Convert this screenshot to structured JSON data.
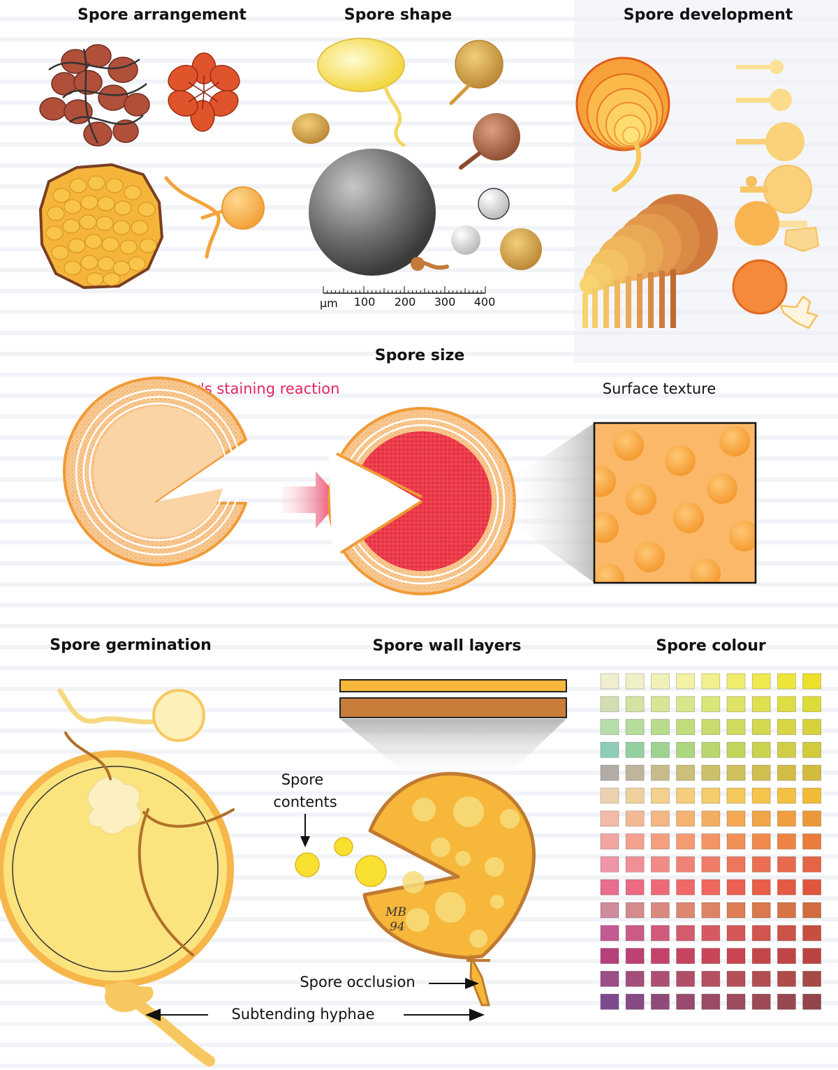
{
  "headings": {
    "spore_arrangement": "Spore arrangement",
    "spore_shape": "Spore shape",
    "spore_development": "Spore development",
    "spore_size": "Spore size",
    "surface_texture": "Surface texture",
    "spore_germination": "Spore germination",
    "spore_wall_layers": "Spore wall layers",
    "spore_colour": "Spore colour"
  },
  "melzer_label": "Melzer's staining reaction",
  "scale_bar": {
    "unit": "µm",
    "ticks": [
      "100",
      "200",
      "300",
      "400"
    ]
  },
  "labels": {
    "spore_contents_line1": "Spore",
    "spore_contents_line2": "contents",
    "spore_occlusion": "Spore occlusion",
    "subtending_hyphae": "Subtending hyphae"
  },
  "signature": {
    "line1": "MB",
    "line2": "94"
  },
  "colour_chart": {
    "columns": 9,
    "rows": [
      [
        "#efeecf",
        "#f0f0c6",
        "#f1f1b7",
        "#f2f1a5",
        "#f1f08c",
        "#f0ec6c",
        "#efe950",
        "#eee53a",
        "#ede02a"
      ],
      [
        "#d3deb0",
        "#d4e2a2",
        "#d6e596",
        "#d9e78a",
        "#dbe679",
        "#dde466",
        "#dee052",
        "#dedd44",
        "#dddb38"
      ],
      [
        "#b6dcaa",
        "#b5dc9c",
        "#b9dc8c",
        "#c0dc7b",
        "#c7dc6c",
        "#cfdb5c",
        "#d3d84e",
        "#d7d543",
        "#d7d13b"
      ],
      [
        "#8ecdb6",
        "#92d0a0",
        "#9ed391",
        "#acd67f",
        "#bad66e",
        "#c4d55d",
        "#cad24f",
        "#cfcf46",
        "#d1cb3d"
      ],
      [
        "#b3aca6",
        "#bfb59b",
        "#c8bb8b",
        "#cbbf7b",
        "#cdc06b",
        "#cfc15c",
        "#d0bf4e",
        "#d1bd45",
        "#d2bb3d"
      ],
      [
        "#edd1b0",
        "#efd19e",
        "#f2d08d",
        "#f4ce7c",
        "#f5cc6a",
        "#f5c859",
        "#f5c44b",
        "#f3c041",
        "#f2bb36"
      ],
      [
        "#f2bba8",
        "#f3b995",
        "#f4b683",
        "#f5b372",
        "#f4ae62",
        "#f3a954",
        "#f2a449",
        "#f09e3f",
        "#ed9838"
      ],
      [
        "#f3a5a0",
        "#f4a28f",
        "#f49f7f",
        "#f49b70",
        "#f39562",
        "#f28f56",
        "#f1894c",
        "#ee8343",
        "#ea7c3c"
      ],
      [
        "#f095a6",
        "#f18f96",
        "#f28a86",
        "#f18376",
        "#f07c68",
        "#ef755d",
        "#ec6f53",
        "#e9694b",
        "#e56444"
      ],
      [
        "#e96d8e",
        "#ec6a82",
        "#ee6976",
        "#ef6969",
        "#ee665c",
        "#ec6252",
        "#e95e49",
        "#e55a42",
        "#e0563c"
      ],
      [
        "#cf8c9d",
        "#d58a8e",
        "#da897f",
        "#dd8770",
        "#de8363",
        "#dd7e57",
        "#da794d",
        "#d67346",
        "#d06d40"
      ],
      [
        "#c45a92",
        "#cb5a86",
        "#d05a7a",
        "#d45a6d",
        "#d65962",
        "#d55757",
        "#d2554e",
        "#cd5247",
        "#c64f41"
      ],
      [
        "#b6407a",
        "#bd4173",
        "#c3436a",
        "#c74461",
        "#c94559",
        "#c84651",
        "#c5464a",
        "#c04544",
        "#b9433f"
      ],
      [
        "#9c4e86",
        "#a44e7c",
        "#ac4f72",
        "#b14f68",
        "#b4505f",
        "#b54f57",
        "#b24e50",
        "#ad4c49",
        "#a64a44"
      ],
      [
        "#7e4a8f",
        "#874a84",
        "#904a79",
        "#984b6f",
        "#9c4b66",
        "#9e4b5e",
        "#9d4a56",
        "#994850",
        "#92464a"
      ]
    ]
  }
}
